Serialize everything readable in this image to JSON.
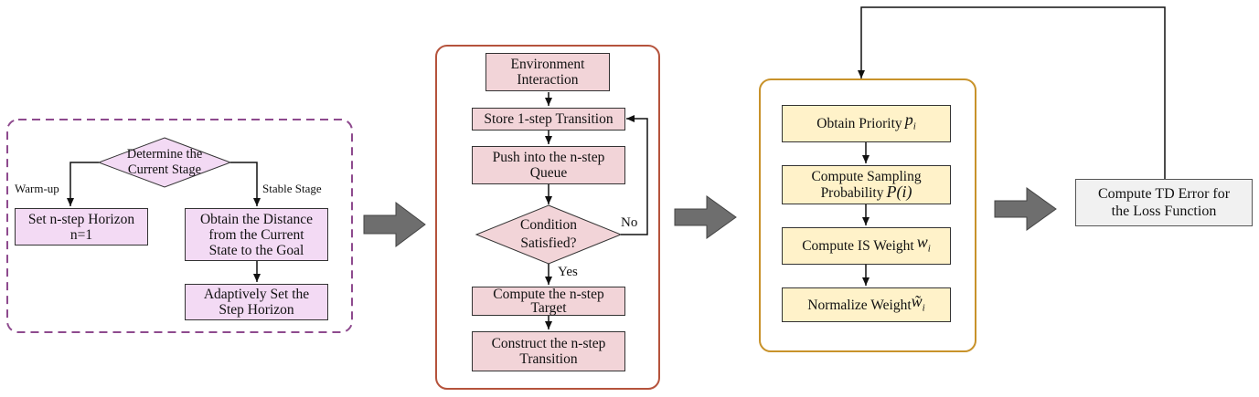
{
  "panel1": {
    "decision": {
      "line1": "Determine the",
      "line2": "Current Stage"
    },
    "warmup_label": "Warm-up",
    "stable_label": "Stable Stage",
    "set_horizon": {
      "line1": "Set n-step Horizon",
      "line2": "n=1"
    },
    "obtain_distance": {
      "line1": "Obtain the Distance",
      "line2": "from the Current",
      "line3": "State to the Goal"
    },
    "adaptive_set": {
      "line1": "Adaptively Set the",
      "line2": "Step Horizon"
    }
  },
  "panel2": {
    "env": {
      "line1": "Environment",
      "line2": "Interaction"
    },
    "store": "Store 1-step Transition",
    "push": {
      "line1": "Push into the n-step",
      "line2": "Queue"
    },
    "condition": {
      "line1": "Condition",
      "line2": "Satisfied?"
    },
    "no_label": "No",
    "yes_label": "Yes",
    "compute_target": {
      "line1": "Compute the n-step",
      "line2": "Target"
    },
    "construct": {
      "line1": "Construct the n-step",
      "line2": "Transition"
    }
  },
  "panel3": {
    "priority": {
      "text": "Obtain Priority",
      "math": "p",
      "sub": "i"
    },
    "sampling": {
      "line1": "Compute Sampling",
      "line2": "Probability",
      "math": "P(i)"
    },
    "is_weight": {
      "text": "Compute IS Weight",
      "math": "w",
      "sub": "i"
    },
    "normalize": {
      "text": "Normalize Weight",
      "math": "w̃",
      "sub": "i"
    }
  },
  "td": {
    "line1": "Compute TD Error for",
    "line2": "the Loss Function"
  },
  "colors": {
    "panel1_border": "#8e4a8e",
    "panel2_border": "#b5533c",
    "panel3_border": "#c8922a",
    "big_arrow": "#6e6e6e"
  }
}
